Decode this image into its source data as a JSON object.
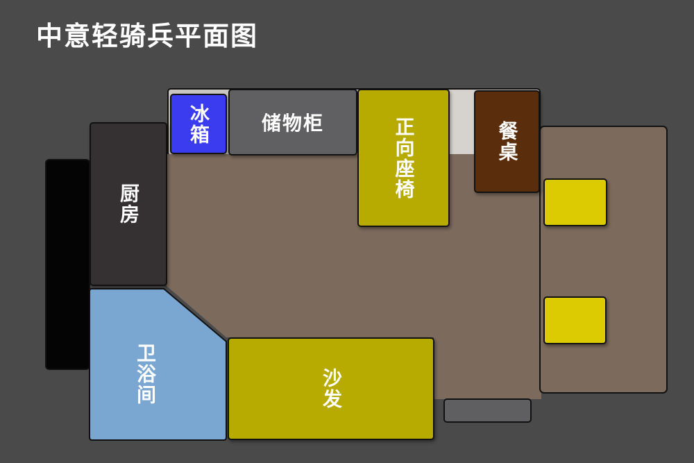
{
  "title": "中意轻骑兵平面图",
  "rooms": {
    "fridge": "冰箱",
    "storage": "储物柜",
    "front_seat": "正向座椅",
    "dining_table": "餐桌",
    "kitchen": "厨房",
    "bathroom": "卫浴间",
    "sofa": "沙发"
  },
  "colors": {
    "background": "#4a4a4a",
    "floor": "#7c6a5c",
    "fridge": "#3b3bf0",
    "storage": "#606062",
    "seat_olive": "#b7ab02",
    "dining": "#5a2e0c",
    "kitchen": "#353133",
    "bathroom": "#7aa7d2",
    "cushion": "#dcca02"
  }
}
